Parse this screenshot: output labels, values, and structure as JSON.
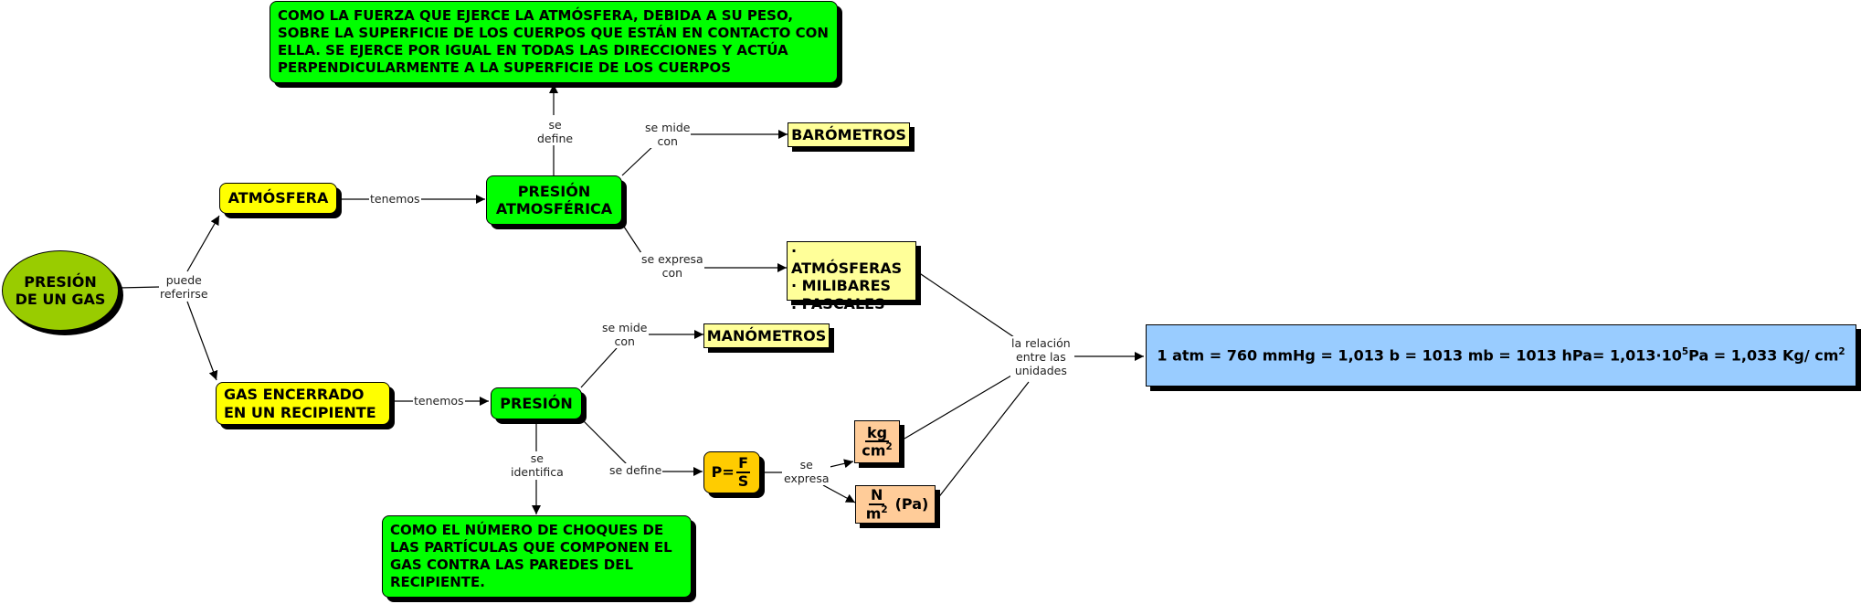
{
  "concept_map": {
    "root": "PRESIÓN DE UN GAS",
    "nodes": {
      "atmosfera": "ATMÓSFERA",
      "gas_encerrado": "GAS ENCERRADO EN UN RECIPIENTE",
      "presion_atmosferica": "PRESIÓN ATMOSFÉRICA",
      "presion": "PRESIÓN",
      "definicion_atmosferica": "COMO LA FUERZA QUE EJERCE LA ATMÓSFERA, DEBIDA A SU PESO, SOBRE LA SUPERFICIE DE LOS CUERPOS QUE ESTÁN EN CONTACTO CON ELLA. SE EJERCE POR IGUAL EN TODAS LAS DIRECCIONES Y ACTÚA PERPENDICULARMENTE A LA SUPERFICIE DE LOS CUERPOS",
      "barometros": "BARÓMETROS",
      "unidades_list": [
        "· ATMÓSFERAS",
        "· MILIBARES",
        ". PASCALES"
      ],
      "manometros": "MANÓMETROS",
      "formula": {
        "lhs": "P=",
        "num": "F",
        "den": "S"
      },
      "kg_cm2": {
        "num": "kg",
        "den": "cm",
        "exp": "2"
      },
      "n_m2": {
        "num": "N",
        "den": "m",
        "exp": "2",
        "suffix": "(Pa)"
      },
      "definicion_gas": "COMO EL NÚMERO DE CHOQUES DE LAS PARTÍCULAS QUE COMPONEN EL GAS CONTRA LAS PAREDES DEL RECIPIENTE.",
      "equivalencias": {
        "part1": "1 atm = 760 mmHg = 1,013 b = 1013 mb = 1013 hPa= 1,013·10",
        "exp1": "5",
        "part2": "Pa = 1,033 Kg/ cm",
        "exp2": "2"
      }
    },
    "links": {
      "puede_referirse": [
        "puede",
        "referirse"
      ],
      "tenemos_1": "tenemos",
      "tenemos_2": "tenemos",
      "se_define_1": [
        "se",
        "define"
      ],
      "se_mide_con_1": [
        "se mide",
        "con"
      ],
      "se_expresa_con": [
        "se expresa",
        "con"
      ],
      "se_mide_con_2": [
        "se mide",
        "con"
      ],
      "se_identifica": [
        "se",
        "identifica"
      ],
      "se_define_2": "se define",
      "se_expresa": [
        "se",
        "expresa"
      ],
      "relacion": [
        "la relación",
        "entre las",
        "unidades"
      ]
    }
  },
  "colors": {
    "root": "#99cc00",
    "green": "#00ff00",
    "yellow": "#ffff00",
    "pale_yellow": "#ffff99",
    "orange": "#ffcc00",
    "peach": "#ffcc99",
    "blue": "#99ccff"
  }
}
